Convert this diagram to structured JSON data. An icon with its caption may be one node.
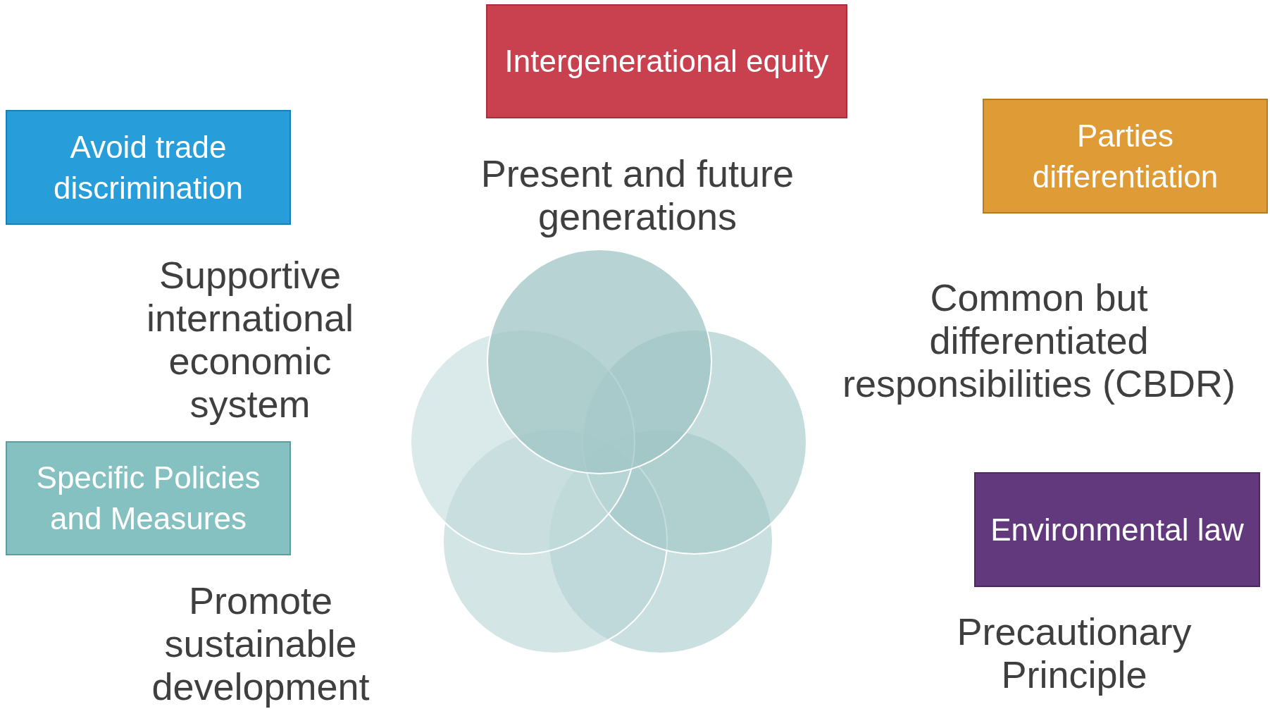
{
  "diagram": {
    "nodes": [
      {
        "text": [
          "Intergenerational equity"
        ]
      },
      {
        "text": [
          "Avoid trade discrimination"
        ]
      },
      {
        "text": [
          "Parties differentiation"
        ]
      },
      {
        "text": [
          "Present and future generations"
        ]
      },
      {
        "text": [
          "Supportive international economic system"
        ]
      },
      {
        "text": [
          "Common but differentiated responsibilities (CBDR)"
        ]
      },
      {
        "text": [
          "Specific Policies and Measures"
        ]
      },
      {
        "text": [
          "Environmental law"
        ]
      },
      {
        "text": [
          "Promote sustainable development"
        ]
      },
      {
        "text": [
          "Precautionary Principle"
        ]
      },
      {
        "text": [],
        "shape": "circle"
      },
      {
        "text": [],
        "shape": "circle"
      },
      {
        "text": [],
        "shape": "circle"
      },
      {
        "text": [],
        "shape": "circle"
      },
      {
        "text": [],
        "shape": "circle"
      }
    ]
  }
}
